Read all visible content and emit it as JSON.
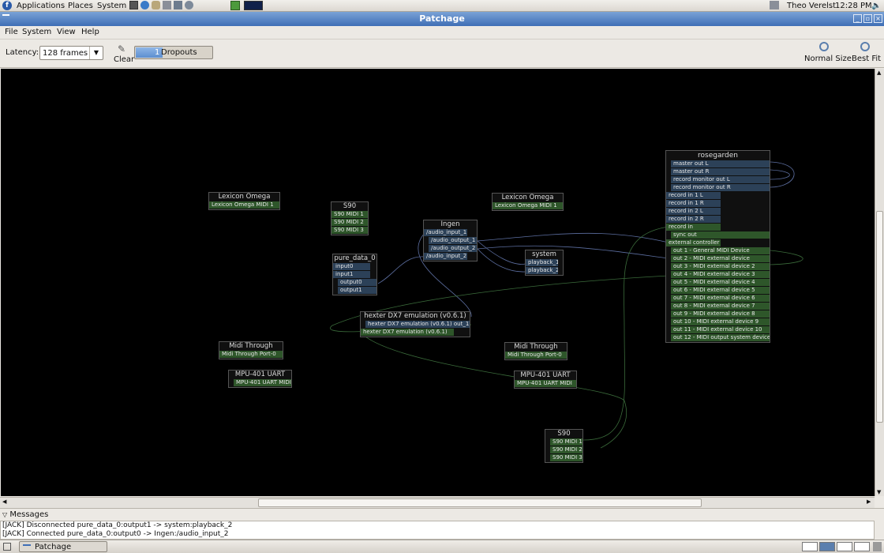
{
  "topbar": {
    "applications": "Applications",
    "places": "Places",
    "system": "System",
    "user": "Theo Verelst",
    "time": "12:28 PM"
  },
  "window": {
    "title": "Patchage"
  },
  "menu": {
    "file": "File",
    "system": "System",
    "view": "View",
    "help": "Help"
  },
  "toolbar": {
    "latency_label": "Latency:",
    "latency_value": "128 frames",
    "clear": "Clear",
    "dropouts_count": "1",
    "dropouts_label": "Dropouts",
    "normal_size": "Normal Size",
    "best_fit": "Best Fit"
  },
  "nodes": {
    "lexicon1": {
      "title": "Lexicon Omega",
      "ports": [
        "Lexicon Omega MIDI 1"
      ]
    },
    "s90_top": {
      "title": "S90",
      "ports": [
        "S90 MIDI 1",
        "S90 MIDI 2",
        "S90 MIDI 3"
      ]
    },
    "ingen": {
      "title": "Ingen",
      "ports": [
        "/audio_input_1",
        "/audio_output_1",
        "/audio_output_2",
        "/audio_input_2"
      ]
    },
    "lexicon2": {
      "title": "Lexicon Omega",
      "ports": [
        "Lexicon Omega MIDI 1"
      ]
    },
    "system": {
      "title": "system",
      "ports": [
        "playback_1",
        "playback_2"
      ]
    },
    "puredata": {
      "title": "pure_data_0",
      "ports": [
        "input0",
        "input1",
        "output0",
        "output1"
      ]
    },
    "hexter": {
      "title": "hexter DX7 emulation (v0.6.1)",
      "ports": [
        "hexter DX7 emulation (v0.6.1) out_1",
        "hexter DX7 emulation (v0.6.1)"
      ]
    },
    "midithrough1": {
      "title": "Midi Through",
      "ports": [
        "Midi Through Port-0"
      ]
    },
    "mpu1": {
      "title": "MPU-401 UART",
      "ports": [
        "MPU-401 UART MIDI"
      ]
    },
    "midithrough2": {
      "title": "Midi Through",
      "ports": [
        "Midi Through Port-0"
      ]
    },
    "mpu2": {
      "title": "MPU-401 UART",
      "ports": [
        "MPU-401 UART MIDI"
      ]
    },
    "s90_bottom": {
      "title": "S90",
      "ports": [
        "S90 MIDI 1",
        "S90 MIDI 2",
        "S90 MIDI 3"
      ]
    },
    "rosegarden": {
      "title": "rosegarden",
      "ports": [
        "master out L",
        "master out R",
        "record monitor out L",
        "record monitor out R",
        "record in 1 L",
        "record in 1 R",
        "record in 2 L",
        "record in 2 R",
        "record in",
        "sync out",
        "external controller",
        "out 1 - General MIDI Device",
        "out 2 - MIDI external device",
        "out 3 - MIDI external device 2",
        "out 4 - MIDI external device 3",
        "out 5 - MIDI external device 4",
        "out 6 - MIDI external device 5",
        "out 7 - MIDI external device 6",
        "out 8 - MIDI external device 7",
        "out 9 - MIDI external device 8",
        "out 10 - MIDI external device 9",
        "out 11 - MIDI external device 10",
        "out 12 - MIDI output system device"
      ]
    }
  },
  "messages": {
    "header": "Messages",
    "lines": [
      "[JACK] Disconnected pure_data_0:output1 -> system:playback_2",
      "[JACK] Connected pure_data_0:output0 -> Ingen:/audio_input_2"
    ]
  },
  "taskbar": {
    "task": "Patchage"
  },
  "colors": {
    "audio_port": "#2c4158",
    "midi_port": "#2e562a",
    "canvas": "#000000",
    "titlebar": "#3f6fb6"
  }
}
